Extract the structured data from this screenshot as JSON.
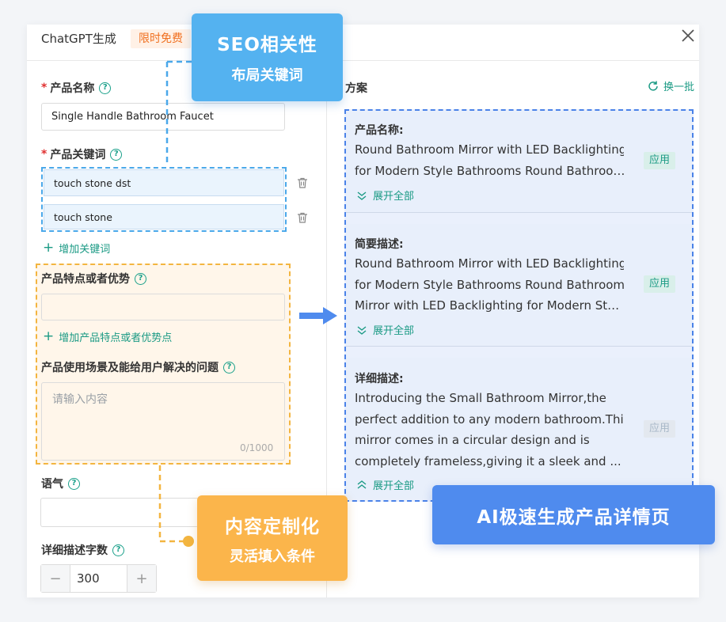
{
  "header": {
    "title": "ChatGPT生成",
    "badge": "限时免费"
  },
  "form": {
    "product_name": {
      "label": "产品名称",
      "value": "Single Handle Bathroom Faucet"
    },
    "keywords": {
      "label": "产品关键词",
      "items": [
        "touch stone dst",
        "touch stone"
      ],
      "add_label": "增加关键词"
    },
    "features": {
      "label": "产品特点或者优势",
      "value": "",
      "add_label": "增加产品特点或者优势点"
    },
    "scenario": {
      "label": "产品使用场景及能给用户解决的问题",
      "placeholder": "请输入内容",
      "counter": "0/1000"
    },
    "tone": {
      "label": "语气",
      "value": ""
    },
    "word_count": {
      "label": "详细描述字数",
      "value": "300",
      "minus": "−",
      "plus": "+"
    }
  },
  "results": {
    "title": "方案",
    "refresh_label": "换一批",
    "cards": [
      {
        "title": "产品名称:",
        "lines": [
          "Round Bathroom Mirror with LED Backlighting",
          "for Modern Style Bathrooms Round Bathroo…"
        ],
        "apply": "应用",
        "expand": "展开全部"
      },
      {
        "title": "简要描述:",
        "lines": [
          "Round Bathroom Mirror with LED Backlighting",
          "for Modern Style Bathrooms Round Bathroom",
          "Mirror with LED Backlighting for Modern St…"
        ],
        "apply": "应用",
        "expand": "展开全部"
      },
      {
        "title": "详细描述:",
        "lines": [
          "Introducing the Small Bathroom Mirror,the",
          "perfect addition to any modern bathroom.This",
          "mirror comes in a circular design and is",
          "completely frameless,giving it a sleek and ..."
        ],
        "apply": "应用",
        "expand": "展开全部"
      }
    ]
  },
  "callouts": {
    "seo": {
      "title": "SEO相关性",
      "subtitle": "布局关键词"
    },
    "content": {
      "title": "内容定制化",
      "subtitle": "灵活填入条件"
    },
    "ai": {
      "title": "AI极速生成产品详情页"
    }
  },
  "colors": {
    "accent_green": "#1a9a84",
    "callout_blue": "#54b2f0",
    "callout_orange": "#fbb54b",
    "callout_ai": "#4f8bee",
    "badge_orange": "#f07020"
  },
  "icons": [
    "help-icon",
    "trash-icon",
    "plus-icon",
    "close-icon",
    "refresh-icon",
    "chevron-down-double-icon",
    "chevron-up-double-icon",
    "arrow-right-icon"
  ]
}
